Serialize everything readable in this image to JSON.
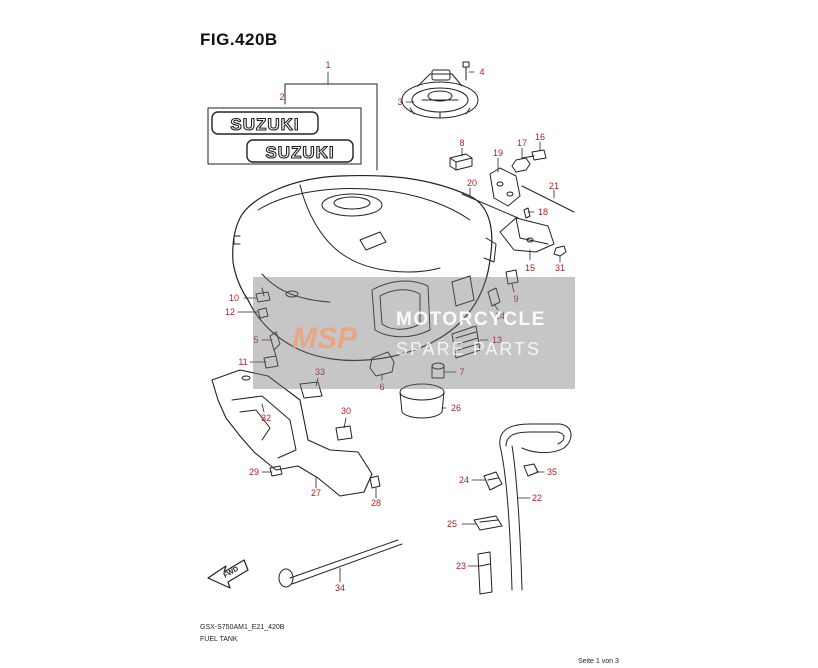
{
  "title": "FIG.420B",
  "footer": {
    "model_code": "GSX-S750AM1_E21_420B",
    "caption": "FUEL TANK",
    "page": "Seite 1 von 3"
  },
  "emblem_text": "SUZUKI",
  "fwd_text": "FWD",
  "watermark": {
    "logo": "MSP",
    "line1": "MOTORCYCLE",
    "line2": "SPARE PARTS"
  },
  "callouts": [
    "1",
    "2",
    "3",
    "4",
    "5",
    "6",
    "7",
    "8",
    "9",
    "10",
    "11",
    "12",
    "13",
    "14",
    "15",
    "16",
    "17",
    "18",
    "19",
    "20",
    "21",
    "22",
    "23",
    "24",
    "25",
    "26",
    "27",
    "28",
    "29",
    "30",
    "31",
    "32",
    "33",
    "34",
    "35"
  ],
  "colors": {
    "callout": "#b01e1e",
    "line": "#222222"
  }
}
